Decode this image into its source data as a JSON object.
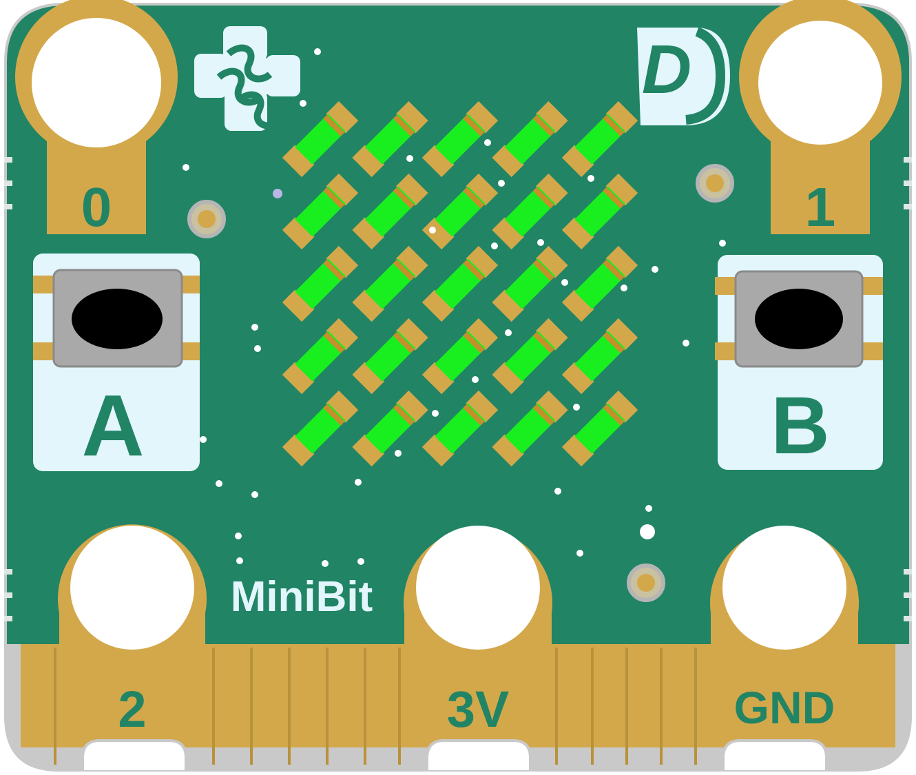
{
  "board": {
    "name": "MiniBit",
    "colors": {
      "pcb": "#218465",
      "gold": "#d3a84b",
      "silkscreen": "#e2f6fb",
      "led": "#19ef1f",
      "edge": "#c9c9c9"
    }
  },
  "pins": {
    "top_left": "0",
    "top_right": "1",
    "bottom_left": "2",
    "bottom_center": "3V",
    "bottom_right": "GND"
  },
  "buttons": {
    "a": {
      "label": "A"
    },
    "b": {
      "label": "B"
    }
  },
  "led_matrix": {
    "rows": 5,
    "cols": 5,
    "color": "#19ef1f"
  },
  "logos": {
    "left": "pattern-logo-icon",
    "right_letter": "D"
  }
}
